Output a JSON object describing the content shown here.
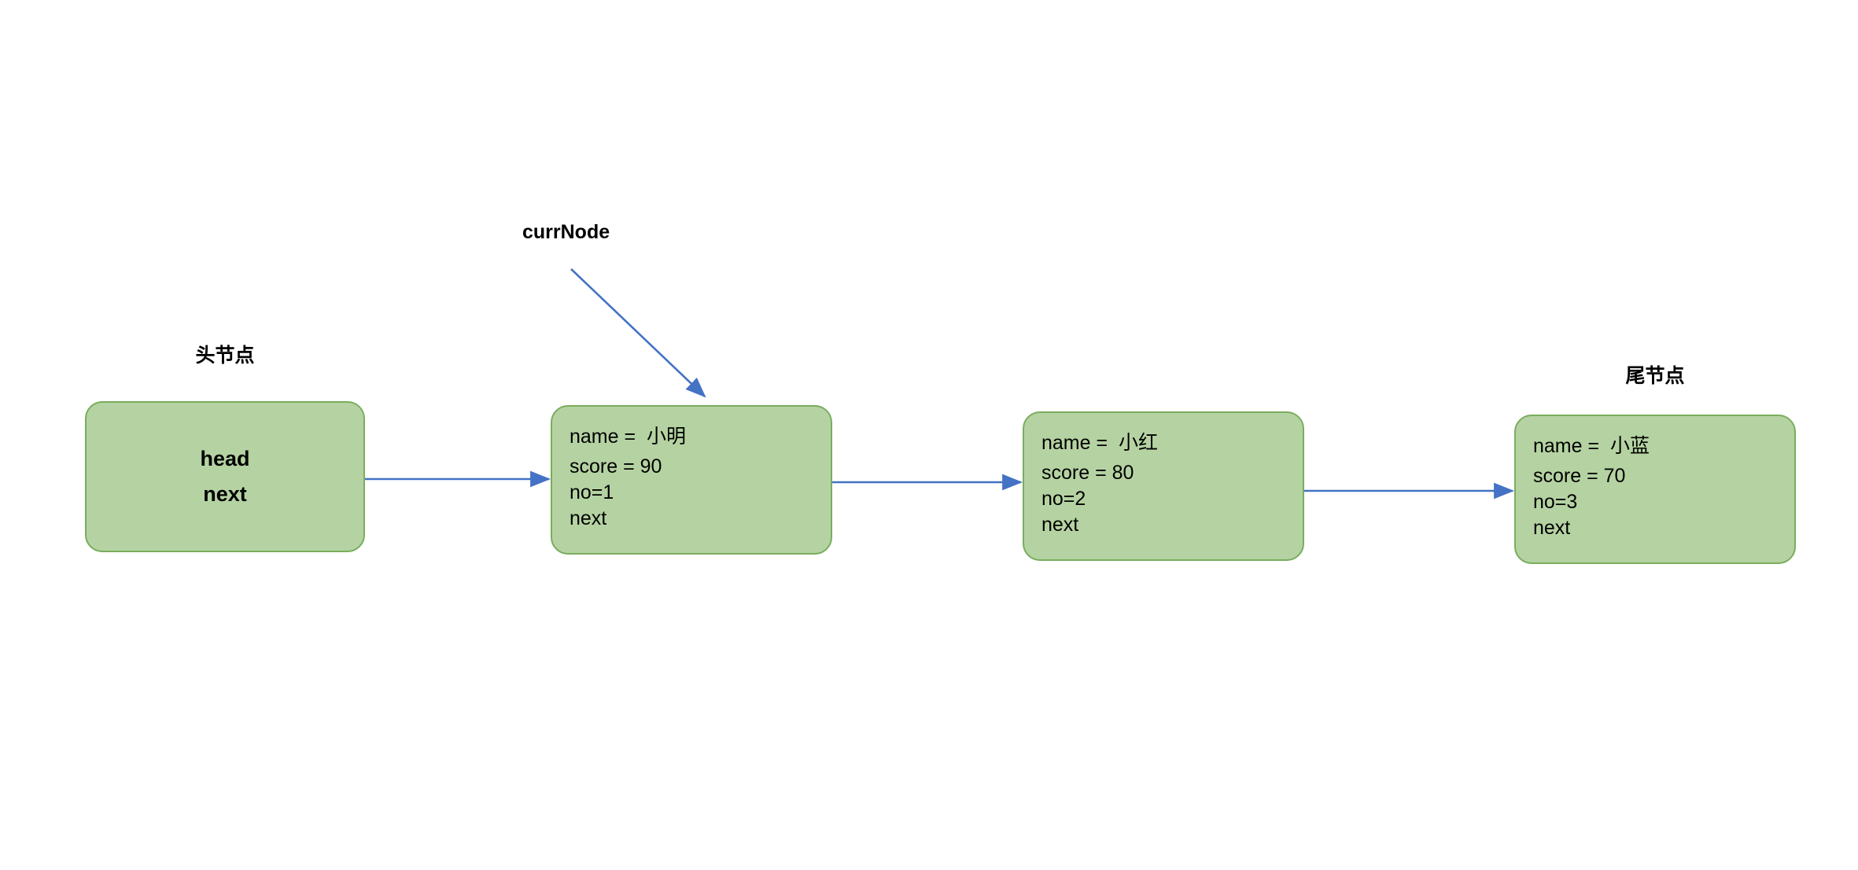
{
  "diagram": {
    "title": "linked-list-node-diagram",
    "accent_arrow_color": "#4472c4",
    "node_fill_color": "#b5d3a2",
    "node_border_color": "#79ad5e"
  },
  "captions": {
    "head_label": "头节点",
    "tail_label": "尾节点",
    "pointer_label": "currNode"
  },
  "head_node": {
    "line1": "head",
    "line2": "next"
  },
  "nodes": [
    {
      "name": "name =  小明",
      "score": "score = 90",
      "no": "no=1",
      "next": "next"
    },
    {
      "name": "name =  小红",
      "score": "score = 80",
      "no": "no=2",
      "next": "next"
    },
    {
      "name": "name =  小蓝",
      "score": "score = 70",
      "no": "no=3",
      "next": "next"
    }
  ]
}
